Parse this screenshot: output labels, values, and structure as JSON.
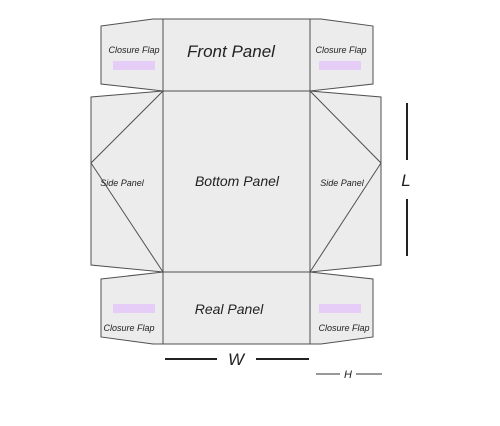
{
  "panels": {
    "front": "Front Panel",
    "bottom": "Bottom Panel",
    "rear": "Real Panel",
    "side_left": "Side Panel",
    "side_right": "Side Panel",
    "flap_top_left": "Closure Flap",
    "flap_top_right": "Closure Flap",
    "flap_bottom_left": "Closure Flap",
    "flap_bottom_right": "Closure Flap"
  },
  "dimensions": {
    "width": "W",
    "length": "L",
    "height": "H"
  },
  "colors": {
    "panel_fill": "#ececed",
    "outline": "#505050",
    "tape_strip": "#e5cdf7"
  }
}
